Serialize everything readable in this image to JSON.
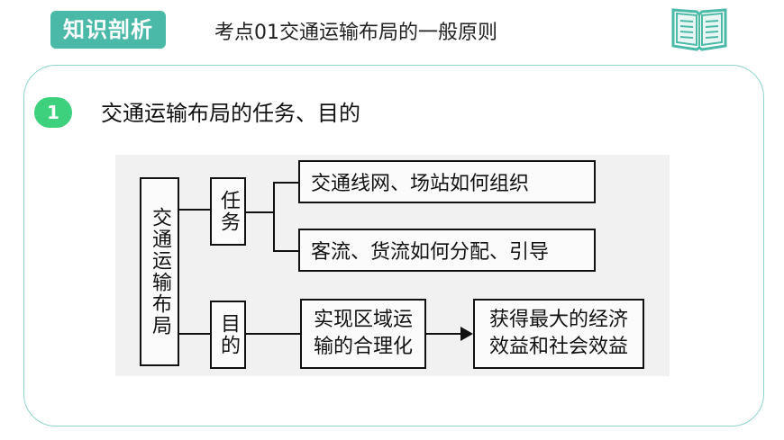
{
  "header": {
    "tag_label": "知识剖析",
    "topic_title": "考点01交通运输布局的一般原则",
    "icon": "book-icon"
  },
  "section": {
    "number": "1",
    "title": "交通运输布局的任务、目的"
  },
  "diagram": {
    "root": "交通运输布局",
    "task_label": "任务",
    "goal_label": "目的",
    "tasks": [
      "交通线网、场站如何组织",
      "客流、货流如何分配、引导"
    ],
    "goal_step1": [
      "实现区域运",
      "输的合理化"
    ],
    "goal_step2": [
      "获得最大的经济",
      "效益和社会效益"
    ]
  },
  "colors": {
    "accent": "#4bb9a8",
    "number_badge": "#3dd17e",
    "card_border": "#8fd3cb"
  }
}
